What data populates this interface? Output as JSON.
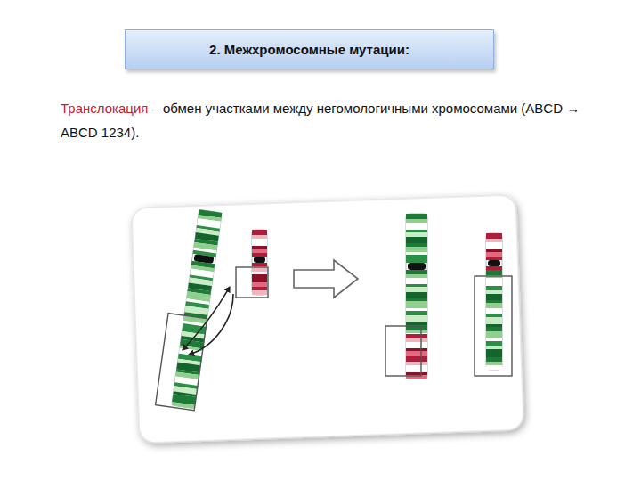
{
  "diagram": {
    "title": "2. Межхромосомные мутации:",
    "labels": [
      "Транслокация",
      "– обмен участками между негомологичными хромосомами (ABCD → ABCD 1234)."
    ]
  }
}
